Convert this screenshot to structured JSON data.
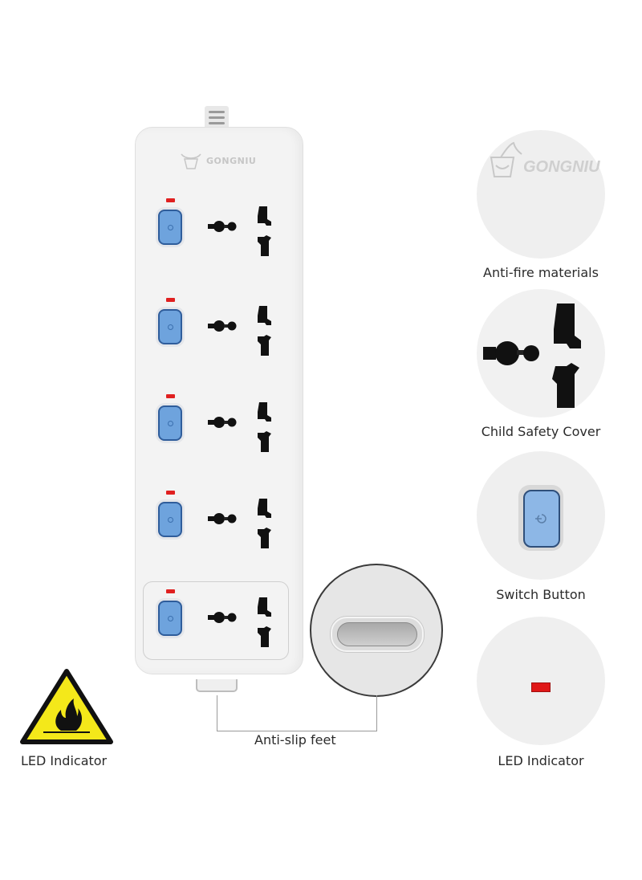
{
  "product": {
    "brand_logo_text": "GONGNIU",
    "outlet_count": 5,
    "colors": {
      "body": "#f3f3f3",
      "switch_blue": "#6ea3dd",
      "switch_border": "#2f5d9b",
      "led_red": "#e02020",
      "warning_yellow": "#f4e81a"
    }
  },
  "callouts": {
    "anti_slip_feet": "Anti-slip feet",
    "warning_icon_label": "LED Indicator"
  },
  "features": [
    {
      "label": "Anti-fire materials",
      "icon": "brand-logo-closeup",
      "logo_text": "GONGNIU"
    },
    {
      "label": "Child  Safety Cover",
      "icon": "socket-closeup"
    },
    {
      "label": "Switch Button",
      "icon": "power-switch-closeup"
    },
    {
      "label": "LED Indicator",
      "icon": "led-closeup"
    }
  ]
}
